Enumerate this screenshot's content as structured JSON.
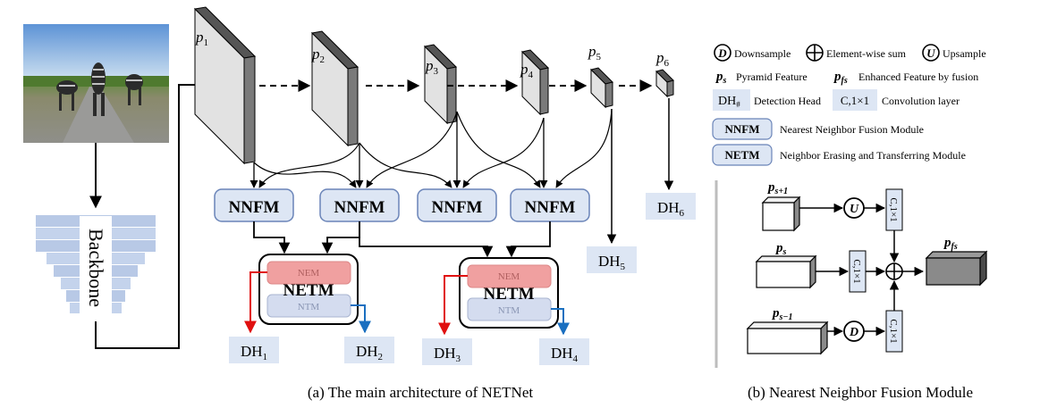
{
  "main": {
    "backbone_label": "Backbone",
    "pyramid_labels": [
      "p",
      "p",
      "p",
      "p",
      "p",
      "p"
    ],
    "pyramid_subs": [
      "1",
      "2",
      "3",
      "4",
      "5",
      "6"
    ],
    "nnfm_label": "NNFM",
    "netm_label": "NETM",
    "nem_label": "NEM",
    "ntm_label": "NTM",
    "dh_label": "DH",
    "dh_subs": [
      "1",
      "2",
      "3",
      "4",
      "5",
      "6"
    ],
    "caption": "(a) The main architecture  of NETNet"
  },
  "legend": {
    "downsample_symbol": "D",
    "downsample_label": "Downsample",
    "sum_label": "Element-wise sum",
    "upsample_symbol": "U",
    "upsample_label": "Upsample",
    "ps_symbol": "p",
    "ps_sub": "s",
    "ps_label": "Pyramid Feature",
    "pfs_symbol": "p",
    "pfs_sub": "fs",
    "pfs_label": "Enhanced Feature by fusion",
    "dh_symbol": "DH",
    "dh_sub": "#",
    "dh_label": "Detection Head",
    "conv_symbol": "C,1×1",
    "conv_label": "Convolution layer",
    "nnfm_box": "NNFM",
    "nnfm_label": "Nearest Neighbor Fusion Module",
    "netm_box": "NETM",
    "netm_label": "Neighbor Erasing and Transferring Module"
  },
  "fusion": {
    "p_top": "p",
    "p_top_sub": "s+1",
    "p_mid": "p",
    "p_mid_sub": "s",
    "p_bot": "p",
    "p_bot_sub": "s−1",
    "p_out": "p",
    "p_out_sub": "fs",
    "conv_label": "C,1×1",
    "up_symbol": "U",
    "down_symbol": "D",
    "caption": "(b) Nearest Neighbor Fusion Module"
  },
  "colors": {
    "box_fill": "#dde6f4",
    "box_stroke": "#6a84b8",
    "nem_fill": "#f0a0a0",
    "ntm_fill": "#d4dcef",
    "red": "#e01010",
    "blue": "#1a6fc0",
    "plane_front": "#e2e2e2",
    "plane_side": "#7a7a7a",
    "backbone": "#b8c9e6"
  }
}
